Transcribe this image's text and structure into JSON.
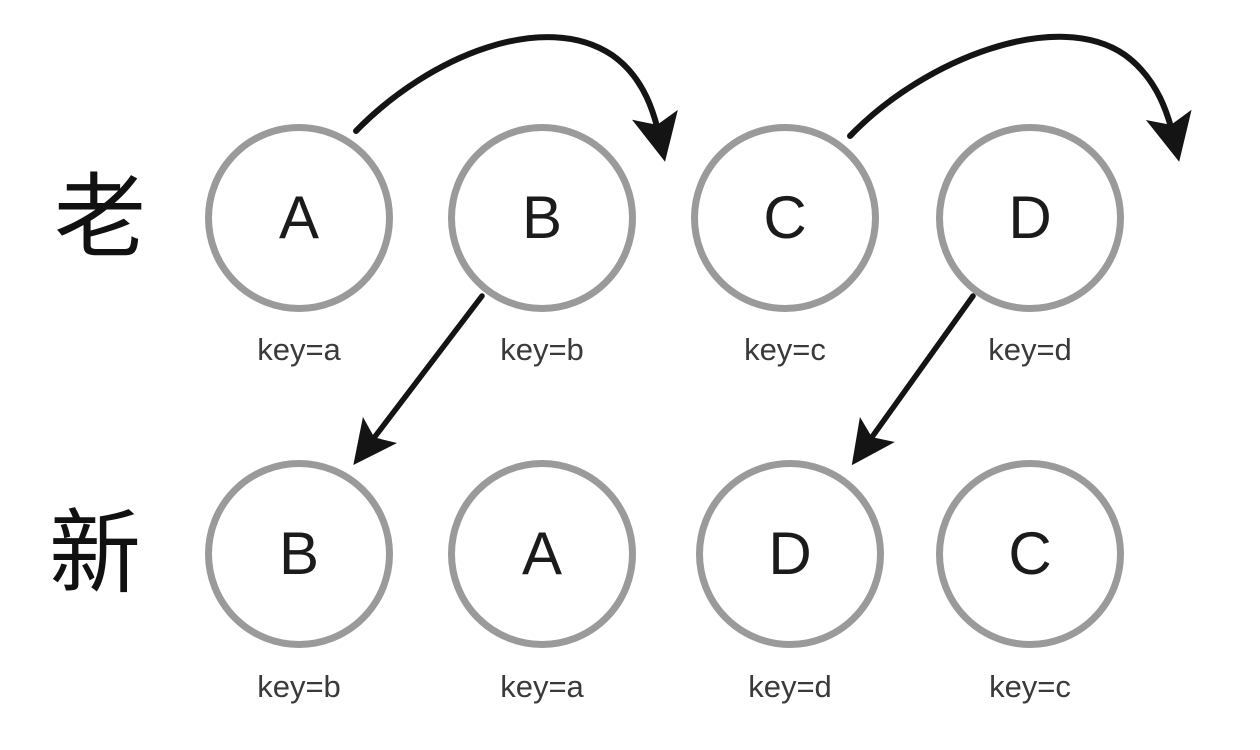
{
  "diagram": {
    "title_hidden": "",
    "colors": {
      "circle_stroke": "#9a9a9a",
      "arrow_stroke": "#141414",
      "letter_color": "#1b1b1b",
      "key_color": "#3a3a3a",
      "background": "#ffffff"
    },
    "rows": [
      {
        "id": "old",
        "label": "老",
        "nodes": [
          {
            "letter": "A",
            "key": "key=a"
          },
          {
            "letter": "B",
            "key": "key=b"
          },
          {
            "letter": "C",
            "key": "key=c"
          },
          {
            "letter": "D",
            "key": "key=d"
          }
        ]
      },
      {
        "id": "new",
        "label": "新",
        "nodes": [
          {
            "letter": "B",
            "key": "key=b"
          },
          {
            "letter": "A",
            "key": "key=a"
          },
          {
            "letter": "D",
            "key": "key=d"
          },
          {
            "letter": "C",
            "key": "key=c"
          }
        ]
      }
    ],
    "arrows": [
      {
        "id": "curve-a-to-right-of-b",
        "kind": "curved",
        "from": "old-node-a",
        "to": "old-gap-b-c"
      },
      {
        "id": "curve-c-to-right-of-d",
        "kind": "curved",
        "from": "old-node-c",
        "to": "old-right-edge"
      },
      {
        "id": "diagonal-b-to-new-b",
        "kind": "straight",
        "from": "old-node-b",
        "to": "new-node-b"
      },
      {
        "id": "diagonal-d-to-new-d",
        "kind": "straight",
        "from": "old-node-d",
        "to": "new-node-d"
      }
    ]
  }
}
